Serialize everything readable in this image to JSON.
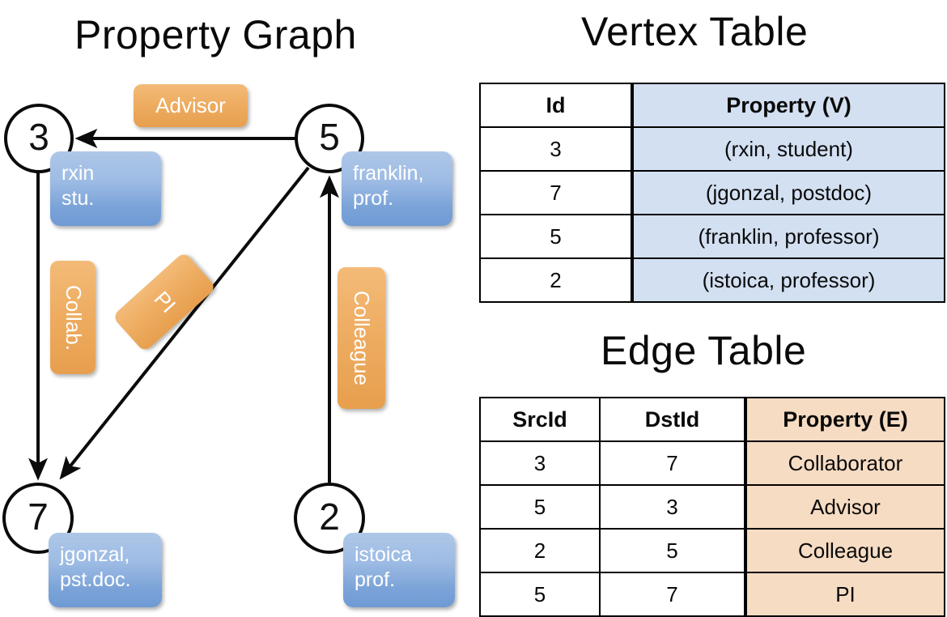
{
  "titles": {
    "property_graph": "Property Graph",
    "vertex_table": "Vertex Table",
    "edge_table": "Edge Table"
  },
  "graph": {
    "nodes": [
      {
        "id": "3",
        "property": "rxin\nstu.",
        "prop_line1": "rxin",
        "prop_line2": "stu."
      },
      {
        "id": "5",
        "property": "franklin, prof.",
        "prop_line1": "franklin,",
        "prop_line2": "prof."
      },
      {
        "id": "7",
        "property": "jgonzal, pst.doc.",
        "prop_line1": "jgonzal,",
        "prop_line2": "pst.doc."
      },
      {
        "id": "2",
        "property": "istoica prof.",
        "prop_line1": "istoica",
        "prop_line2": "prof."
      }
    ],
    "edge_labels": {
      "advisor": "Advisor",
      "collab": "Collab.",
      "pi": "PI",
      "colleague": "Colleague"
    },
    "edges": [
      {
        "src": "5",
        "dst": "3",
        "label": "Advisor"
      },
      {
        "src": "3",
        "dst": "7",
        "label": "Collab."
      },
      {
        "src": "5",
        "dst": "7",
        "label": "PI"
      },
      {
        "src": "2",
        "dst": "5",
        "label": "Colleague"
      }
    ]
  },
  "vertex_table": {
    "headers": [
      "Id",
      "Property (V)"
    ],
    "rows": [
      {
        "id": "3",
        "property": "(rxin, student)"
      },
      {
        "id": "7",
        "property": "(jgonzal, postdoc)"
      },
      {
        "id": "5",
        "property": "(franklin, professor)"
      },
      {
        "id": "2",
        "property": "(istoica, professor)"
      }
    ]
  },
  "edge_table": {
    "headers": [
      "SrcId",
      "DstId",
      "Property (E)"
    ],
    "rows": [
      {
        "src": "3",
        "dst": "7",
        "property": "Collaborator"
      },
      {
        "src": "5",
        "dst": "3",
        "property": "Advisor"
      },
      {
        "src": "2",
        "dst": "5",
        "property": "Colleague"
      },
      {
        "src": "5",
        "dst": "7",
        "property": "PI"
      }
    ]
  },
  "colors": {
    "vertex_property_bg": "#d3e0f2",
    "edge_property_bg": "#f6dcc3",
    "node_property_box": "#7ba3d8",
    "edge_label_box": "#eead62",
    "background": "#ffffff",
    "stroke": "#000000"
  }
}
